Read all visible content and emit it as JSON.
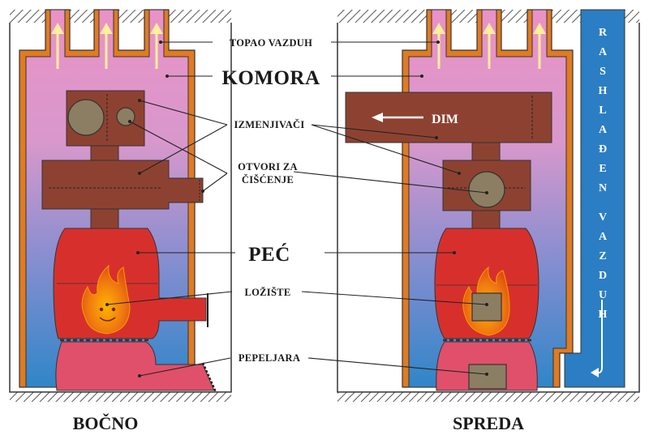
{
  "labels": {
    "topao_vazduh": "TOPAO VAZDUH",
    "komora": "KOMORA",
    "izmenjivaci": "IZMENJIVAČI",
    "otvori_line1": "OTVORI ZA",
    "otvori_line2": "ČIŠĆENJE",
    "pec": "PEĆ",
    "loziste": "LOŽIŠTE",
    "pepeljara": "PEPELJARA",
    "dim": "DIM"
  },
  "vertical_label": {
    "word1": [
      "R",
      "A",
      "S",
      "H",
      "L",
      "A",
      "Đ",
      "E",
      "N"
    ],
    "word2": [
      "V",
      "A",
      "Z",
      "D",
      "U",
      "H"
    ]
  },
  "captions": {
    "side": "BOČNO",
    "front": "SPREDA"
  },
  "colors": {
    "chamber_top": "#ea92c6",
    "chamber_bottom": "#2f86c8",
    "jacket": "#e07b22",
    "exchanger": "#8d4231",
    "stove": "#d7302c",
    "ash_drawer": "#e0506a",
    "cold_air": "#2b7ec3",
    "warm_arrow": "#ffef9a",
    "opening": "#8c7e62"
  }
}
